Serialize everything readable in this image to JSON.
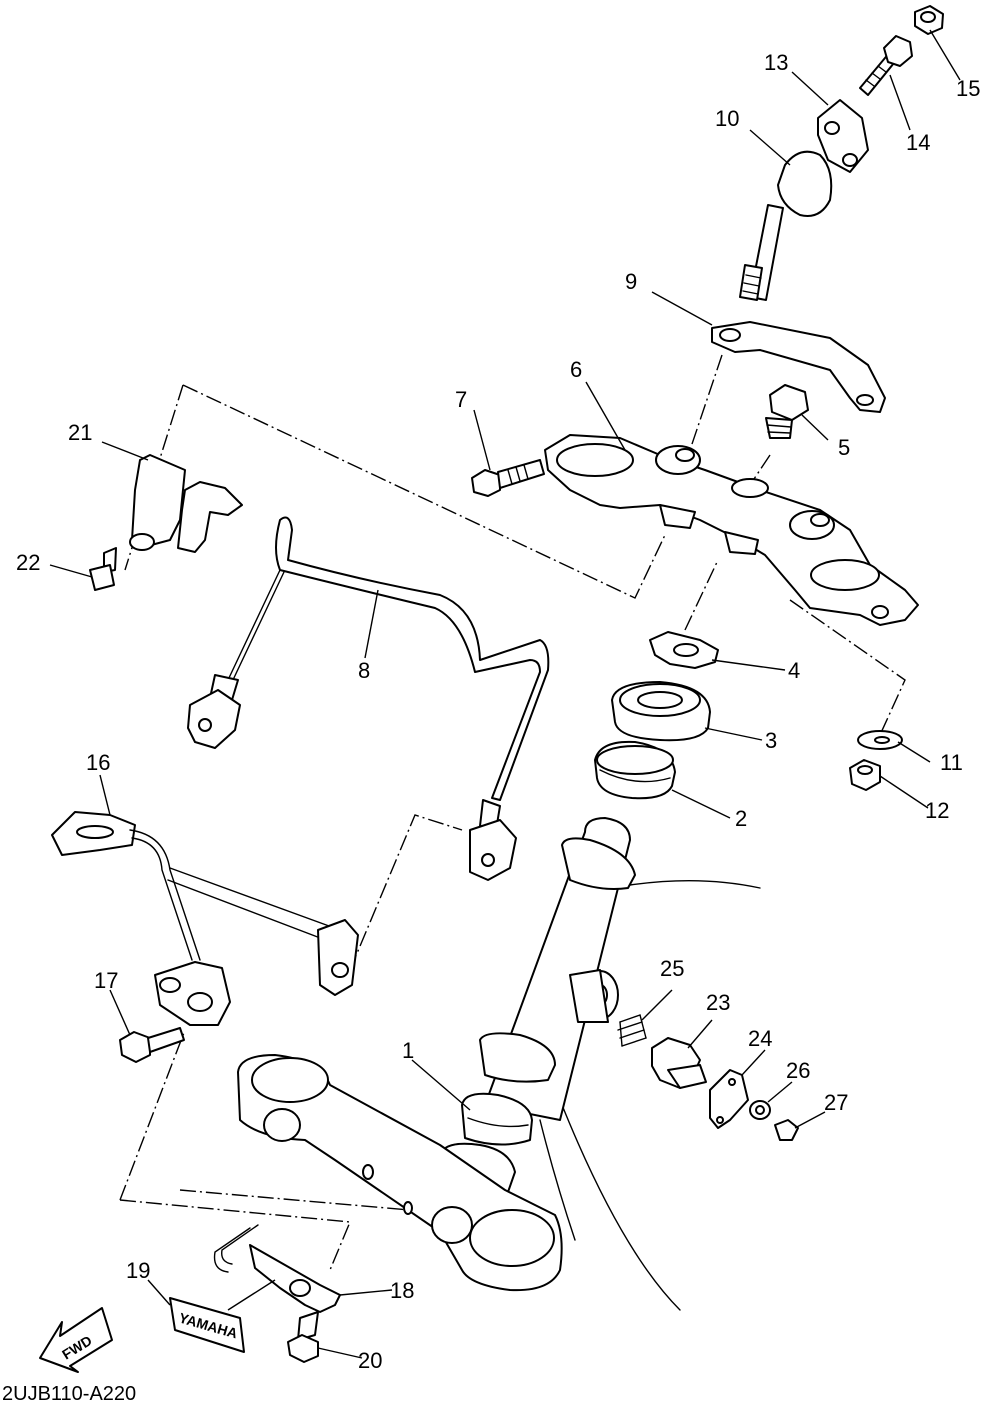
{
  "diagram_code": "2UJB110-A220",
  "fwd_label": "FWD",
  "brand_label": "YAMAHA",
  "callouts": [
    {
      "id": "1",
      "text": "1"
    },
    {
      "id": "2",
      "text": "2"
    },
    {
      "id": "3",
      "text": "3"
    },
    {
      "id": "4",
      "text": "4"
    },
    {
      "id": "5",
      "text": "5"
    },
    {
      "id": "6",
      "text": "6"
    },
    {
      "id": "7",
      "text": "7"
    },
    {
      "id": "8",
      "text": "8"
    },
    {
      "id": "9",
      "text": "9"
    },
    {
      "id": "10",
      "text": "10"
    },
    {
      "id": "11",
      "text": "11"
    },
    {
      "id": "12",
      "text": "12"
    },
    {
      "id": "13",
      "text": "13"
    },
    {
      "id": "14",
      "text": "14"
    },
    {
      "id": "15",
      "text": "15"
    },
    {
      "id": "16",
      "text": "16"
    },
    {
      "id": "17",
      "text": "17"
    },
    {
      "id": "18",
      "text": "18"
    },
    {
      "id": "19",
      "text": "19"
    },
    {
      "id": "20",
      "text": "20"
    },
    {
      "id": "21",
      "text": "21"
    },
    {
      "id": "22",
      "text": "22"
    },
    {
      "id": "23",
      "text": "23"
    },
    {
      "id": "24",
      "text": "24"
    },
    {
      "id": "25",
      "text": "25"
    },
    {
      "id": "26",
      "text": "26"
    },
    {
      "id": "27",
      "text": "27"
    }
  ]
}
